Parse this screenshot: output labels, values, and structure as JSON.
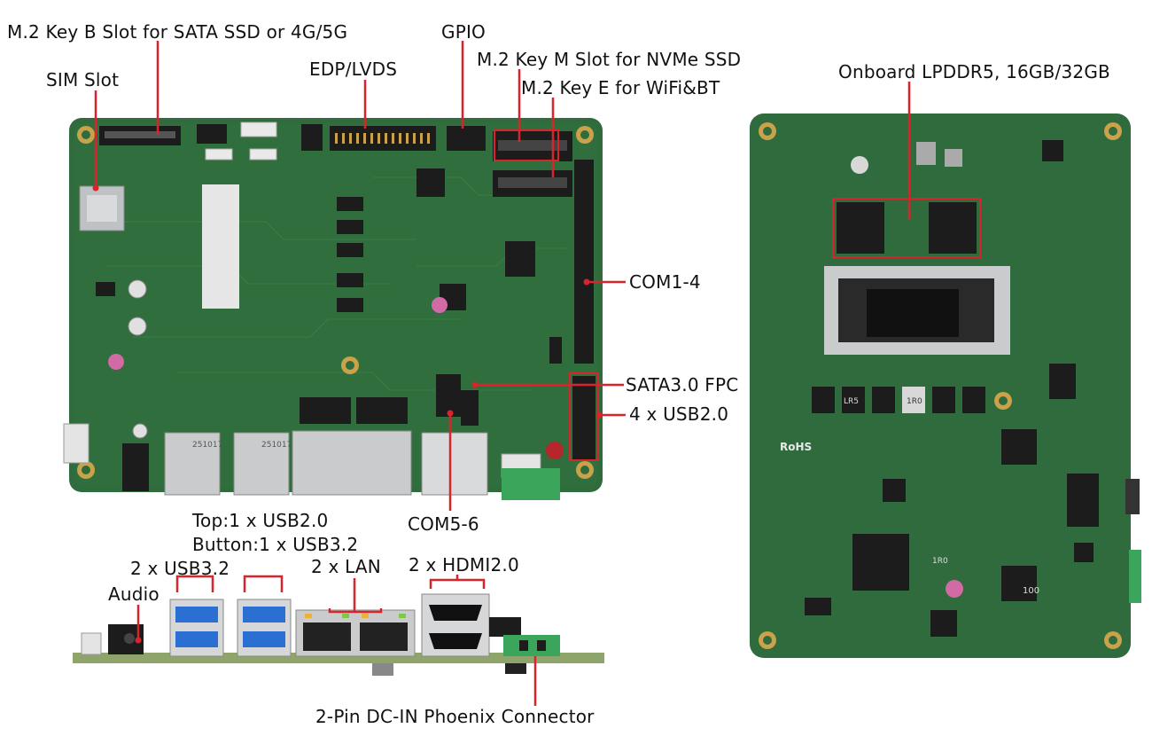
{
  "labels": {
    "m2_key_b": "M.2 Key B Slot for SATA SSD or 4G/5G",
    "gpio": "GPIO",
    "sim_slot": "SIM Slot",
    "edp_lvds": "EDP/LVDS",
    "m2_key_m": "M.2 Key M Slot for NVMe SSD",
    "m2_key_e": "M.2 Key E for WiFi&BT",
    "lpddr5": "Onboard LPDDR5, 16GB/32GB",
    "com1_4": "COM1-4",
    "sata_fpc": "SATA3.0 FPC",
    "usb20": "4 x USB2.0",
    "com5_6": "COM5-6",
    "usb_top_bottom_line1": "Top:1 x USB2.0",
    "usb_top_bottom_line2": "Button:1 x USB3.2",
    "usb32": "2 x USB3.2",
    "lan": "2 x LAN",
    "hdmi": "2 x HDMI2.0",
    "audio": "Audio",
    "dc_in": "2-Pin DC-IN Phoenix Connector"
  },
  "board_text": {
    "usb_port_1": "251017",
    "usb_port_2": "251017",
    "rohs": "RoHS",
    "inductor": "LR5",
    "inductor_mid": "1R0",
    "choke": "100",
    "choke_2": "1R0"
  },
  "colors": {
    "pcb": "#2f6b3c",
    "pcb_dark": "#24552f",
    "callout": "#d9242b",
    "chip": "#1c1c1c",
    "metal": "#c9cbcd",
    "gold": "#c9a24a",
    "usb_blue": "#2a6fd1",
    "terminal_green": "#3aa55b"
  }
}
